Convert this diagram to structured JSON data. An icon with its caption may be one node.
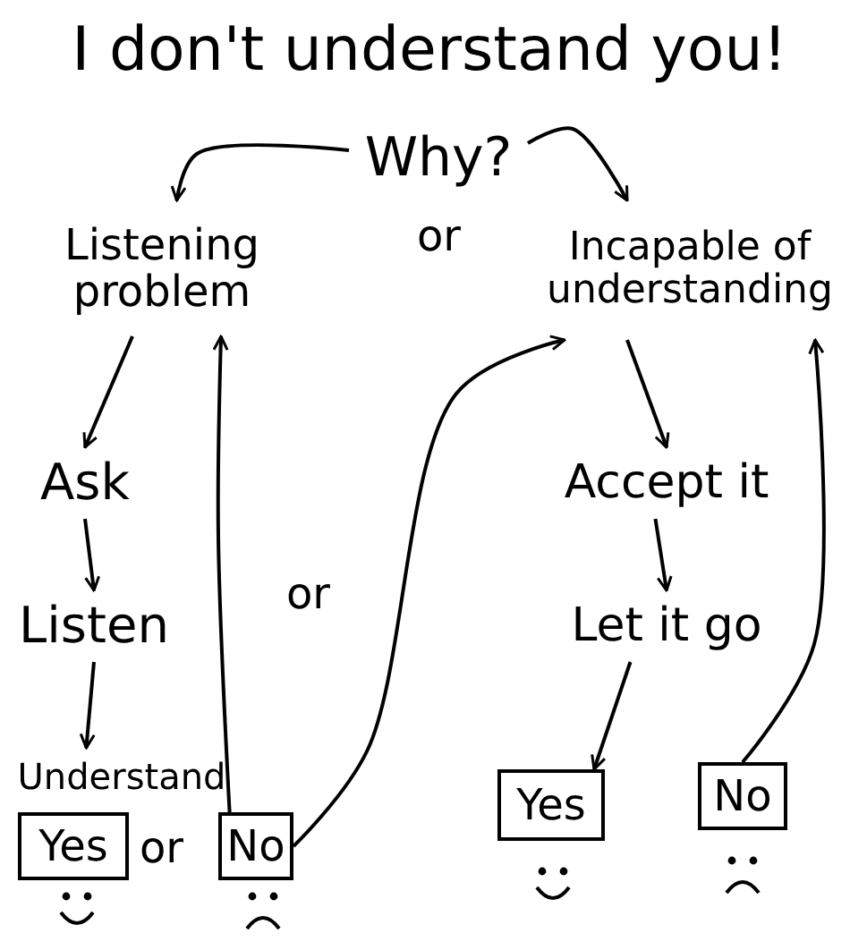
{
  "diagram": {
    "title": "I don't understand you!",
    "nodes": [
      {
        "text": [
          "Why?"
        ]
      },
      {
        "text": [
          "Listening problem"
        ]
      },
      {
        "text": [
          "Incapable of understanding"
        ]
      },
      {
        "text": [
          "Ask"
        ]
      },
      {
        "text": [
          "Listen"
        ]
      },
      {
        "text": [
          "Understand"
        ]
      },
      {
        "text": [
          "Yes"
        ]
      },
      {
        "text": [
          "No"
        ]
      },
      {
        "text": [
          "Accept it"
        ]
      },
      {
        "text": [
          "Let it go"
        ]
      },
      {
        "text": [
          "Yes"
        ]
      },
      {
        "text": [
          "No"
        ]
      }
    ],
    "edges": [
      {
        "from": 0,
        "to": 1,
        "arrow": "to"
      },
      {
        "from": 0,
        "to": 2,
        "arrow": "to"
      },
      {
        "from": 1,
        "to": 3,
        "arrow": "to"
      },
      {
        "from": 3,
        "to": 4,
        "arrow": "to"
      },
      {
        "from": 4,
        "to": 5,
        "arrow": "to"
      },
      {
        "from": 7,
        "to": 1,
        "arrow": "to"
      },
      {
        "from": 7,
        "to": 2,
        "arrow": "to"
      },
      {
        "from": 2,
        "to": 8,
        "arrow": "to"
      },
      {
        "from": 8,
        "to": 9,
        "arrow": "to"
      },
      {
        "from": 9,
        "to": 10,
        "arrow": "to"
      },
      {
        "from": 11,
        "to": 2,
        "arrow": "to"
      }
    ],
    "labels": [
      "or",
      "or",
      "or"
    ]
  }
}
